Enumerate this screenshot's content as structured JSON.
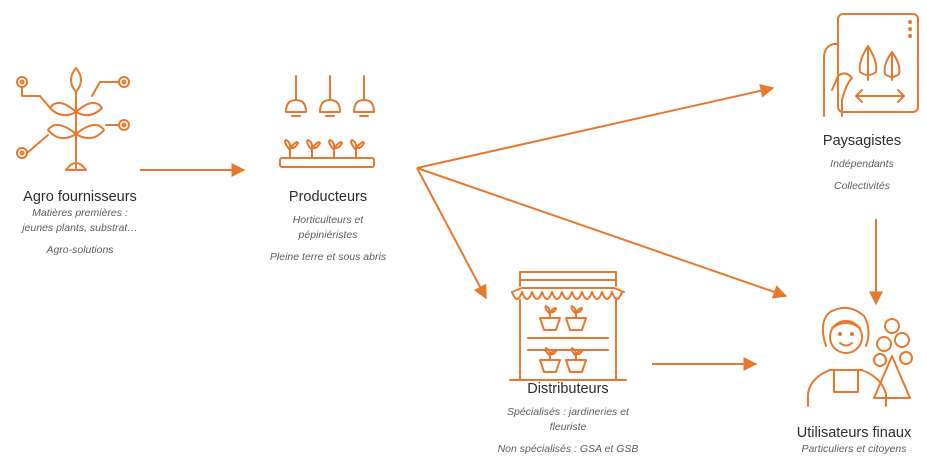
{
  "accent_color": "#e8782d",
  "nodes": {
    "agro": {
      "icon": "plant-icon",
      "title": "Agro fournisseurs",
      "line1": "Matières premières :",
      "line2": "jeunes plants, substrat…",
      "line3": "Agro-solutions"
    },
    "producteurs": {
      "icon": "greenhouse-lamps-icon",
      "title": "Producteurs",
      "line1": "Horticulteurs et",
      "line2": "pépiniéristes",
      "line3": "Pleine terre et sous abris"
    },
    "paysagistes": {
      "icon": "landscape-plan-icon",
      "title": "Paysagistes",
      "line1": "Indépendants",
      "line2": "Collectivités"
    },
    "distributeurs": {
      "icon": "market-stall-icon",
      "title": "Distributeurs",
      "line1": "Spécialisés : jardineries et",
      "line2": "fleuriste",
      "line3": "Non spécialisés : GSA et GSB"
    },
    "utilisateurs": {
      "icon": "person-with-flowers-icon",
      "title": "Utilisateurs finaux",
      "line1": "Particuliers et citoyens"
    }
  }
}
